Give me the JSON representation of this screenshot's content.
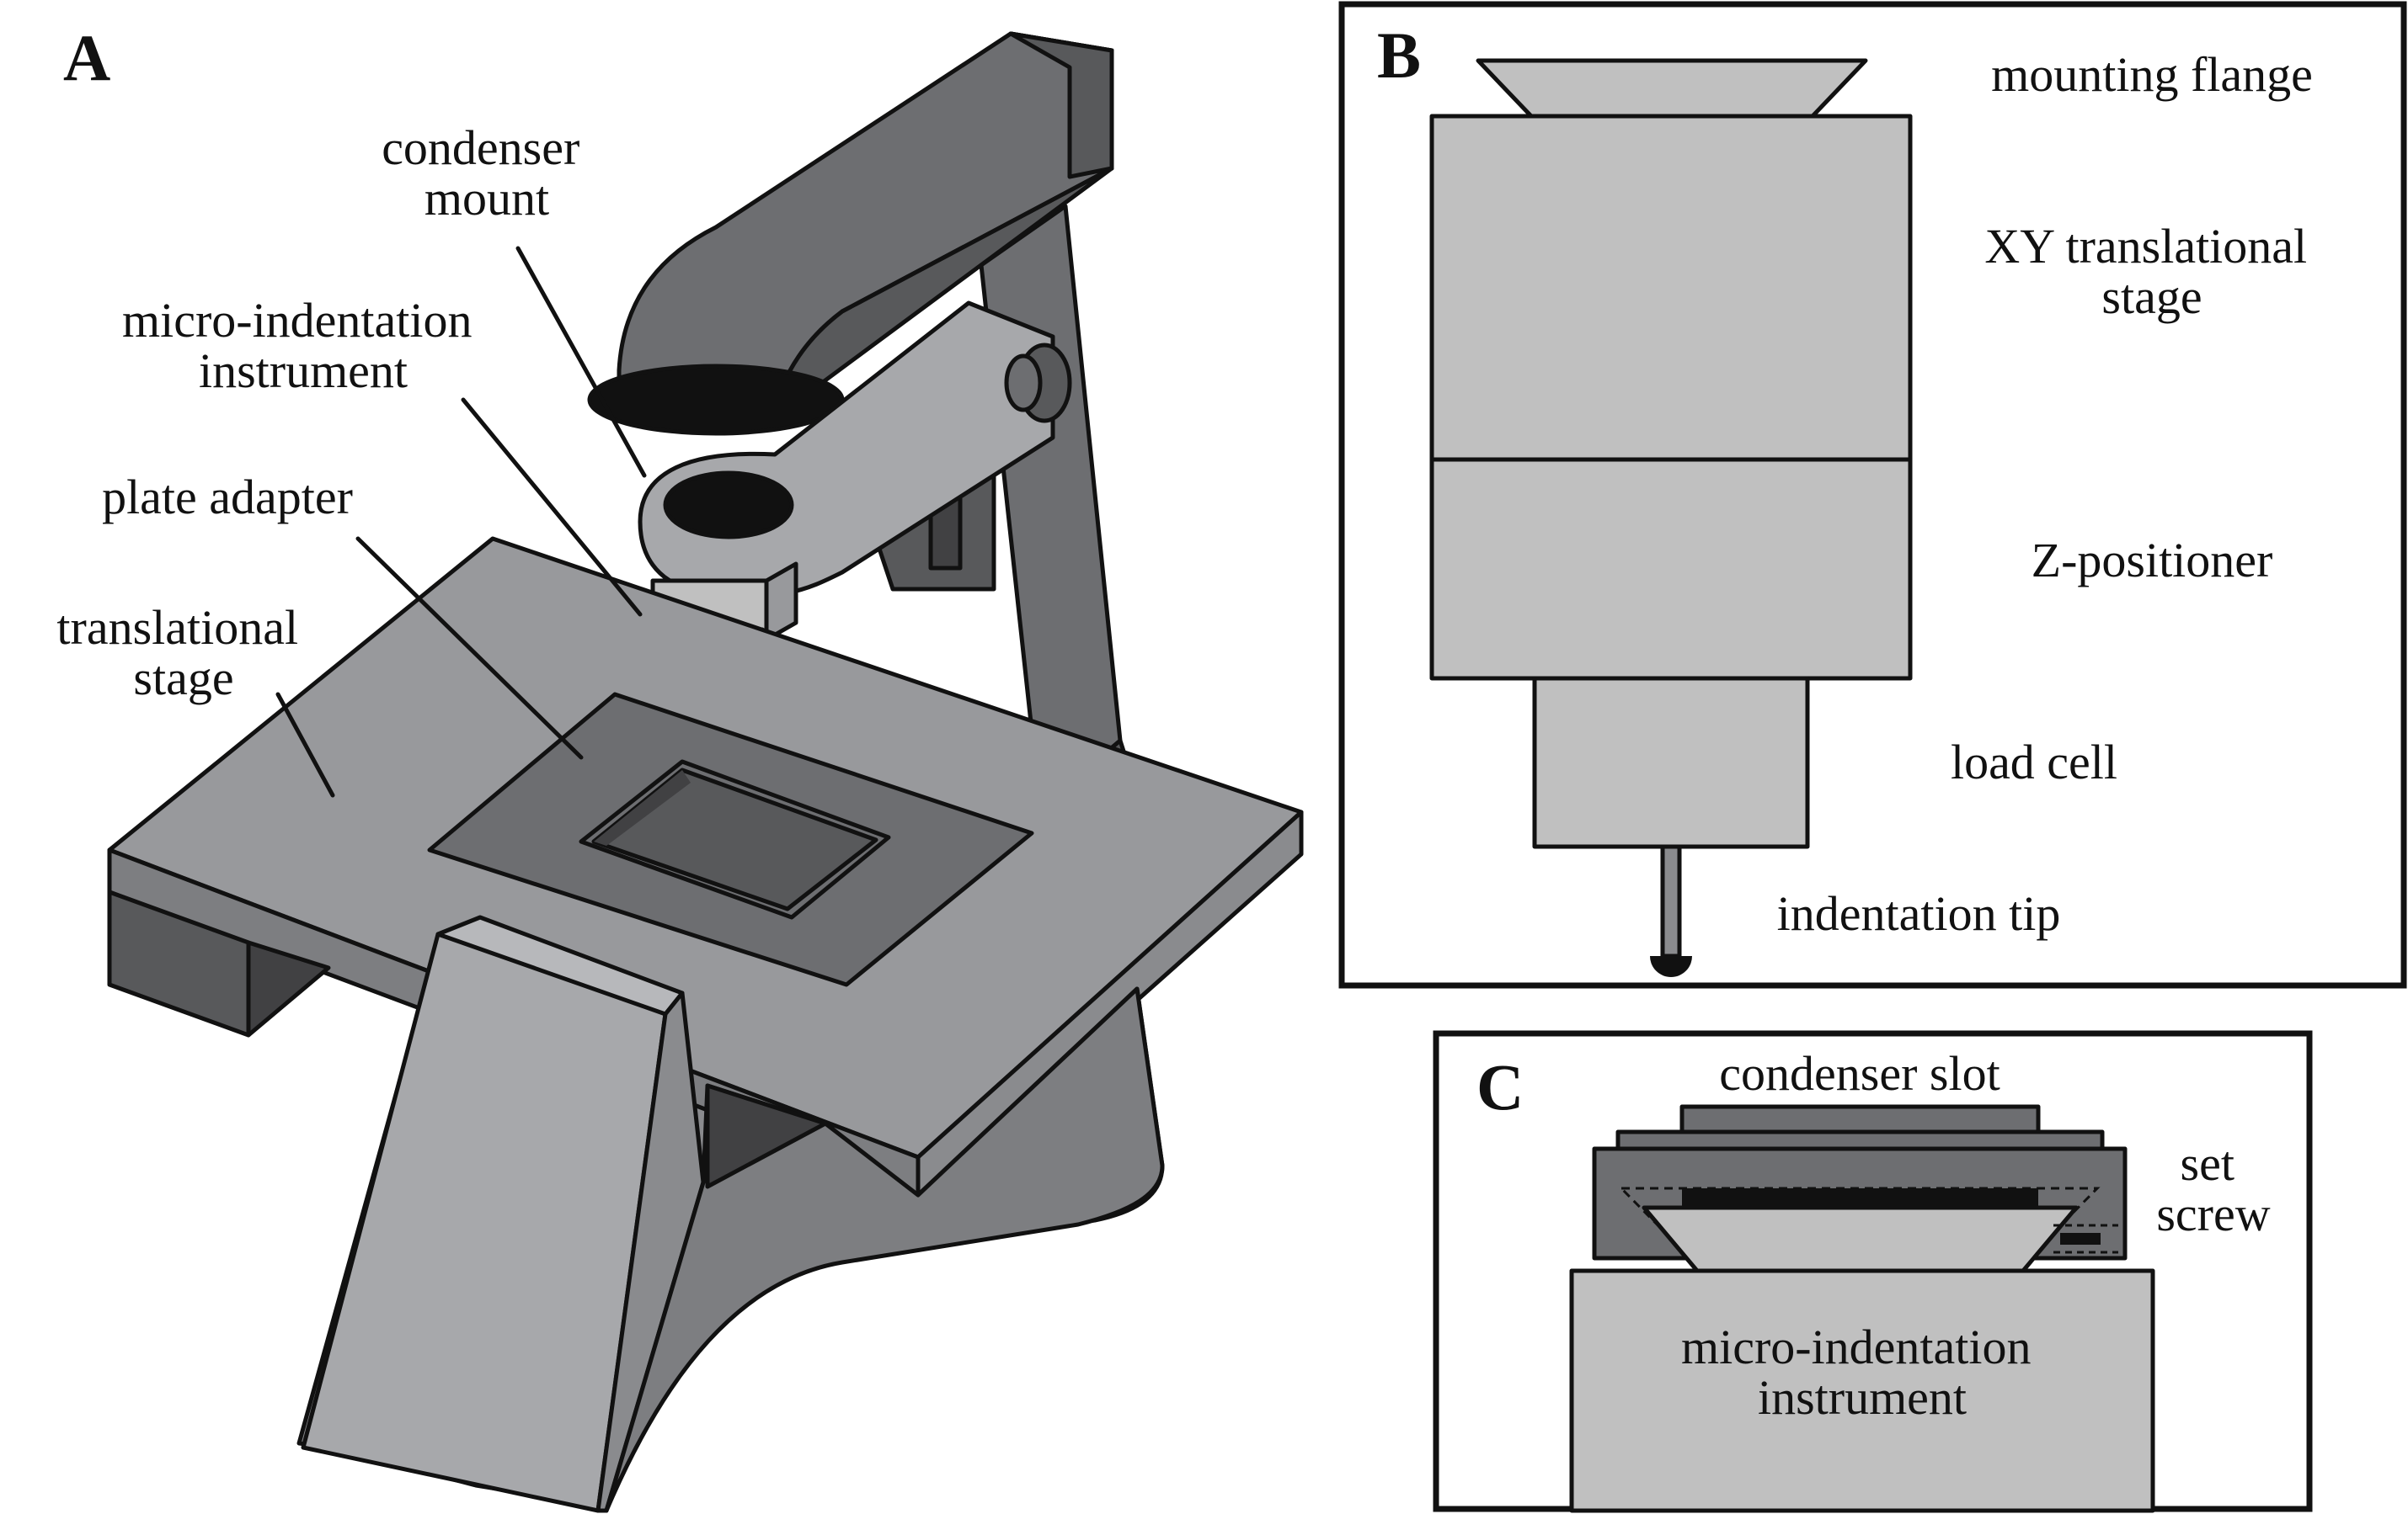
{
  "panels": {
    "a": {
      "letter": "A",
      "labels": {
        "condenser_mount": [
          "condenser",
          "mount"
        ],
        "micro_indentation_instrument": [
          "micro-indentation",
          "instrument"
        ],
        "plate_adapter": "plate adapter",
        "translational_stage": [
          "translational",
          "stage"
        ]
      }
    },
    "b": {
      "letter": "B",
      "labels": {
        "mounting_flange": "mounting flange",
        "xy_translational_stage": [
          "XY translational",
          "stage"
        ],
        "z_positioner": "Z-positioner",
        "load_cell": "load cell",
        "indentation_tip": "indentation tip"
      }
    },
    "c": {
      "letter": "C",
      "labels": {
        "condenser_slot": "condenser slot",
        "set_screw": [
          "set",
          "screw"
        ],
        "micro_indentation_instrument": [
          "micro-indentation",
          "instrument"
        ]
      }
    }
  },
  "colors": {
    "light_gray": "#c0c0c0",
    "mid_gray": "#98999c",
    "gray": "#8a8b8e",
    "dark_gray": "#6d6e71",
    "darker_gray": "#58595b",
    "darkest_gray": "#414143",
    "outline": "#111111"
  }
}
